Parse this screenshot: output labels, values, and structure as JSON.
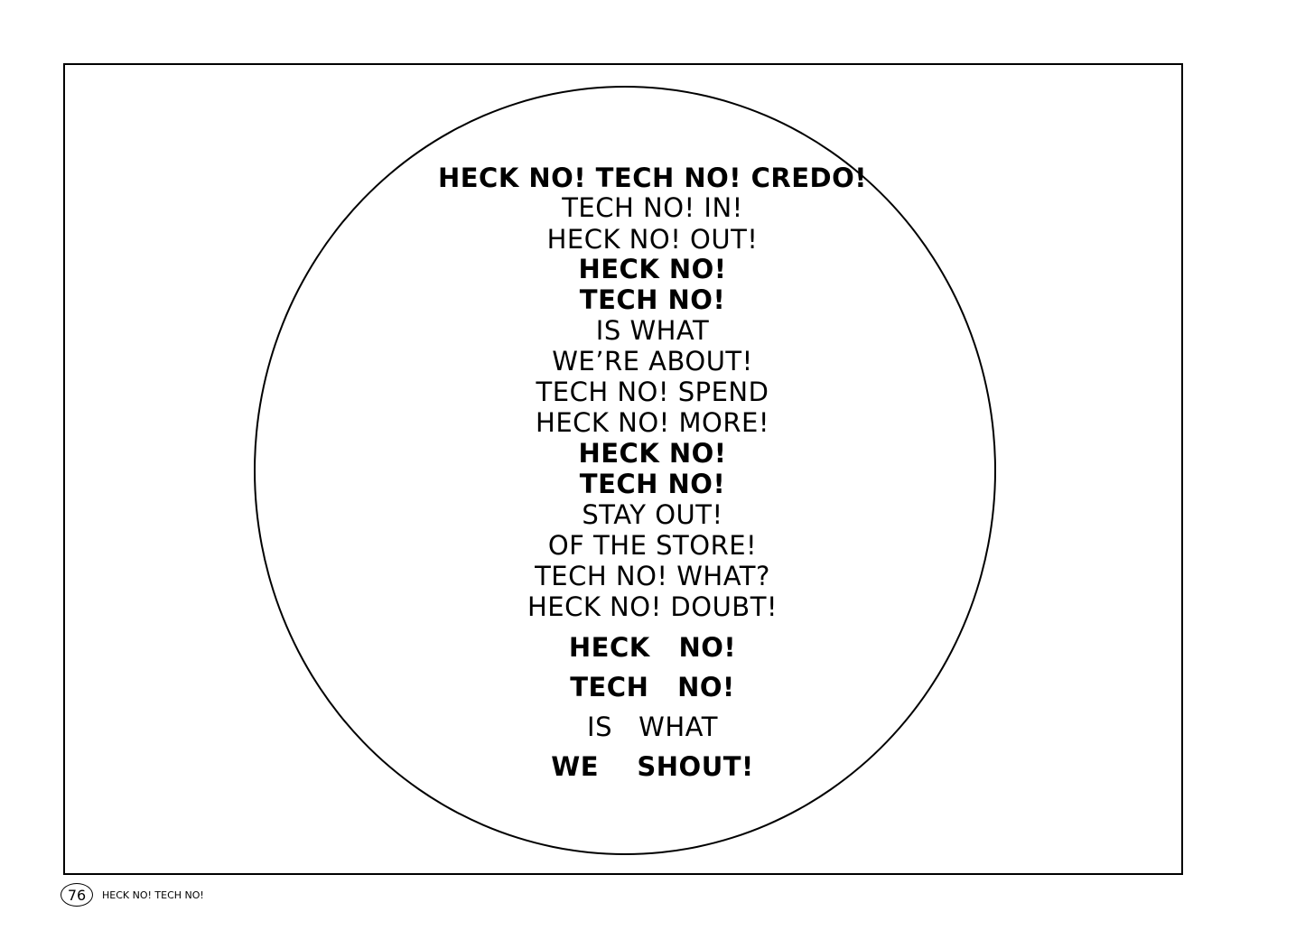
{
  "poem": {
    "lines": [
      {
        "text": "HECK NO! TECH NO! CREDO!",
        "bold": true
      },
      {
        "text": "TECH NO! IN!",
        "bold": false
      },
      {
        "text": "HECK NO! OUT!",
        "bold": false
      },
      {
        "text": "HECK NO!",
        "bold": true
      },
      {
        "text": "TECH NO!",
        "bold": true
      },
      {
        "text": "IS WHAT",
        "bold": false
      },
      {
        "text": "WE’RE ABOUT!",
        "bold": false
      },
      {
        "text": "TECH NO! SPEND",
        "bold": false
      },
      {
        "text": "HECK NO! MORE!",
        "bold": false
      },
      {
        "text": "HECK NO!",
        "bold": true
      },
      {
        "text": "TECH NO!",
        "bold": true
      },
      {
        "text": "STAY OUT!",
        "bold": false
      },
      {
        "text": "OF THE STORE!",
        "bold": false
      },
      {
        "text": "TECH NO! WHAT?",
        "bold": false
      },
      {
        "text": "HECK NO! DOUBT!",
        "bold": false
      },
      {
        "text": "HECK   NO!",
        "bold": true
      },
      {
        "text": "TECH   NO!",
        "bold": true
      },
      {
        "text": "IS   WHAT",
        "bold": false
      },
      {
        "text": "WE    SHOUT!",
        "bold": true
      }
    ]
  },
  "footer": {
    "page_number": "76",
    "title": "HECK NO! TECH NO!"
  }
}
